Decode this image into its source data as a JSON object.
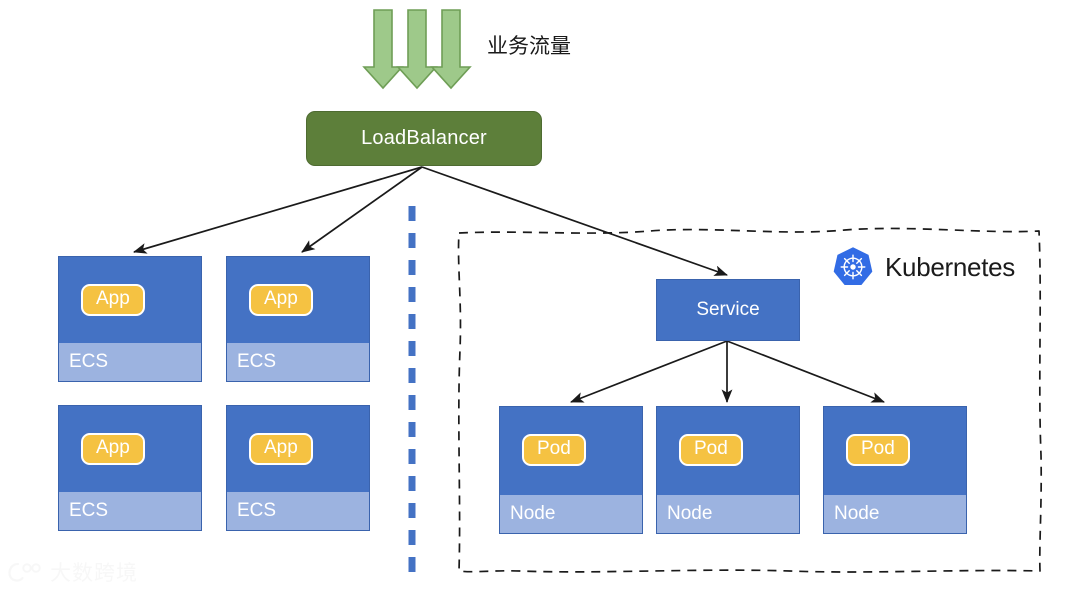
{
  "diagram": {
    "title": "LoadBalancer fronting ECS instances and a Kubernetes cluster",
    "traffic_label": "业务流量",
    "loadbalancer": {
      "label": "LoadBalancer",
      "color": "#5d7f3a"
    },
    "traffic_arrows": {
      "count": 3,
      "fill": "#9ec98a",
      "stroke": "#6f9e56"
    },
    "divider": {
      "name": "vertical-dashed-divider",
      "color": "#4472c4"
    },
    "left_zone": {
      "hosts": [
        {
          "band_label": "ECS",
          "pill_label": "App",
          "has_incoming_arrow": true
        },
        {
          "band_label": "ECS",
          "pill_label": "App",
          "has_incoming_arrow": true
        },
        {
          "band_label": "ECS",
          "pill_label": "App",
          "has_incoming_arrow": false
        },
        {
          "band_label": "ECS",
          "pill_label": "App",
          "has_incoming_arrow": false
        }
      ]
    },
    "right_zone": {
      "boundary_name": "kubernetes-cluster-boundary",
      "brand_label": "Kubernetes",
      "brand_color": "#326ce5",
      "service": {
        "label": "Service"
      },
      "nodes": [
        {
          "band_label": "Node",
          "pill_label": "Pod"
        },
        {
          "band_label": "Node",
          "pill_label": "Pod"
        },
        {
          "band_label": "Node",
          "pill_label": "Pod"
        }
      ]
    },
    "colors": {
      "host_upper": "#4472c4",
      "host_band": "#9cb3e0",
      "pill": "#f5c242",
      "arrow": "#1a1a1a"
    },
    "watermark": {
      "text": "大数跨境"
    }
  }
}
